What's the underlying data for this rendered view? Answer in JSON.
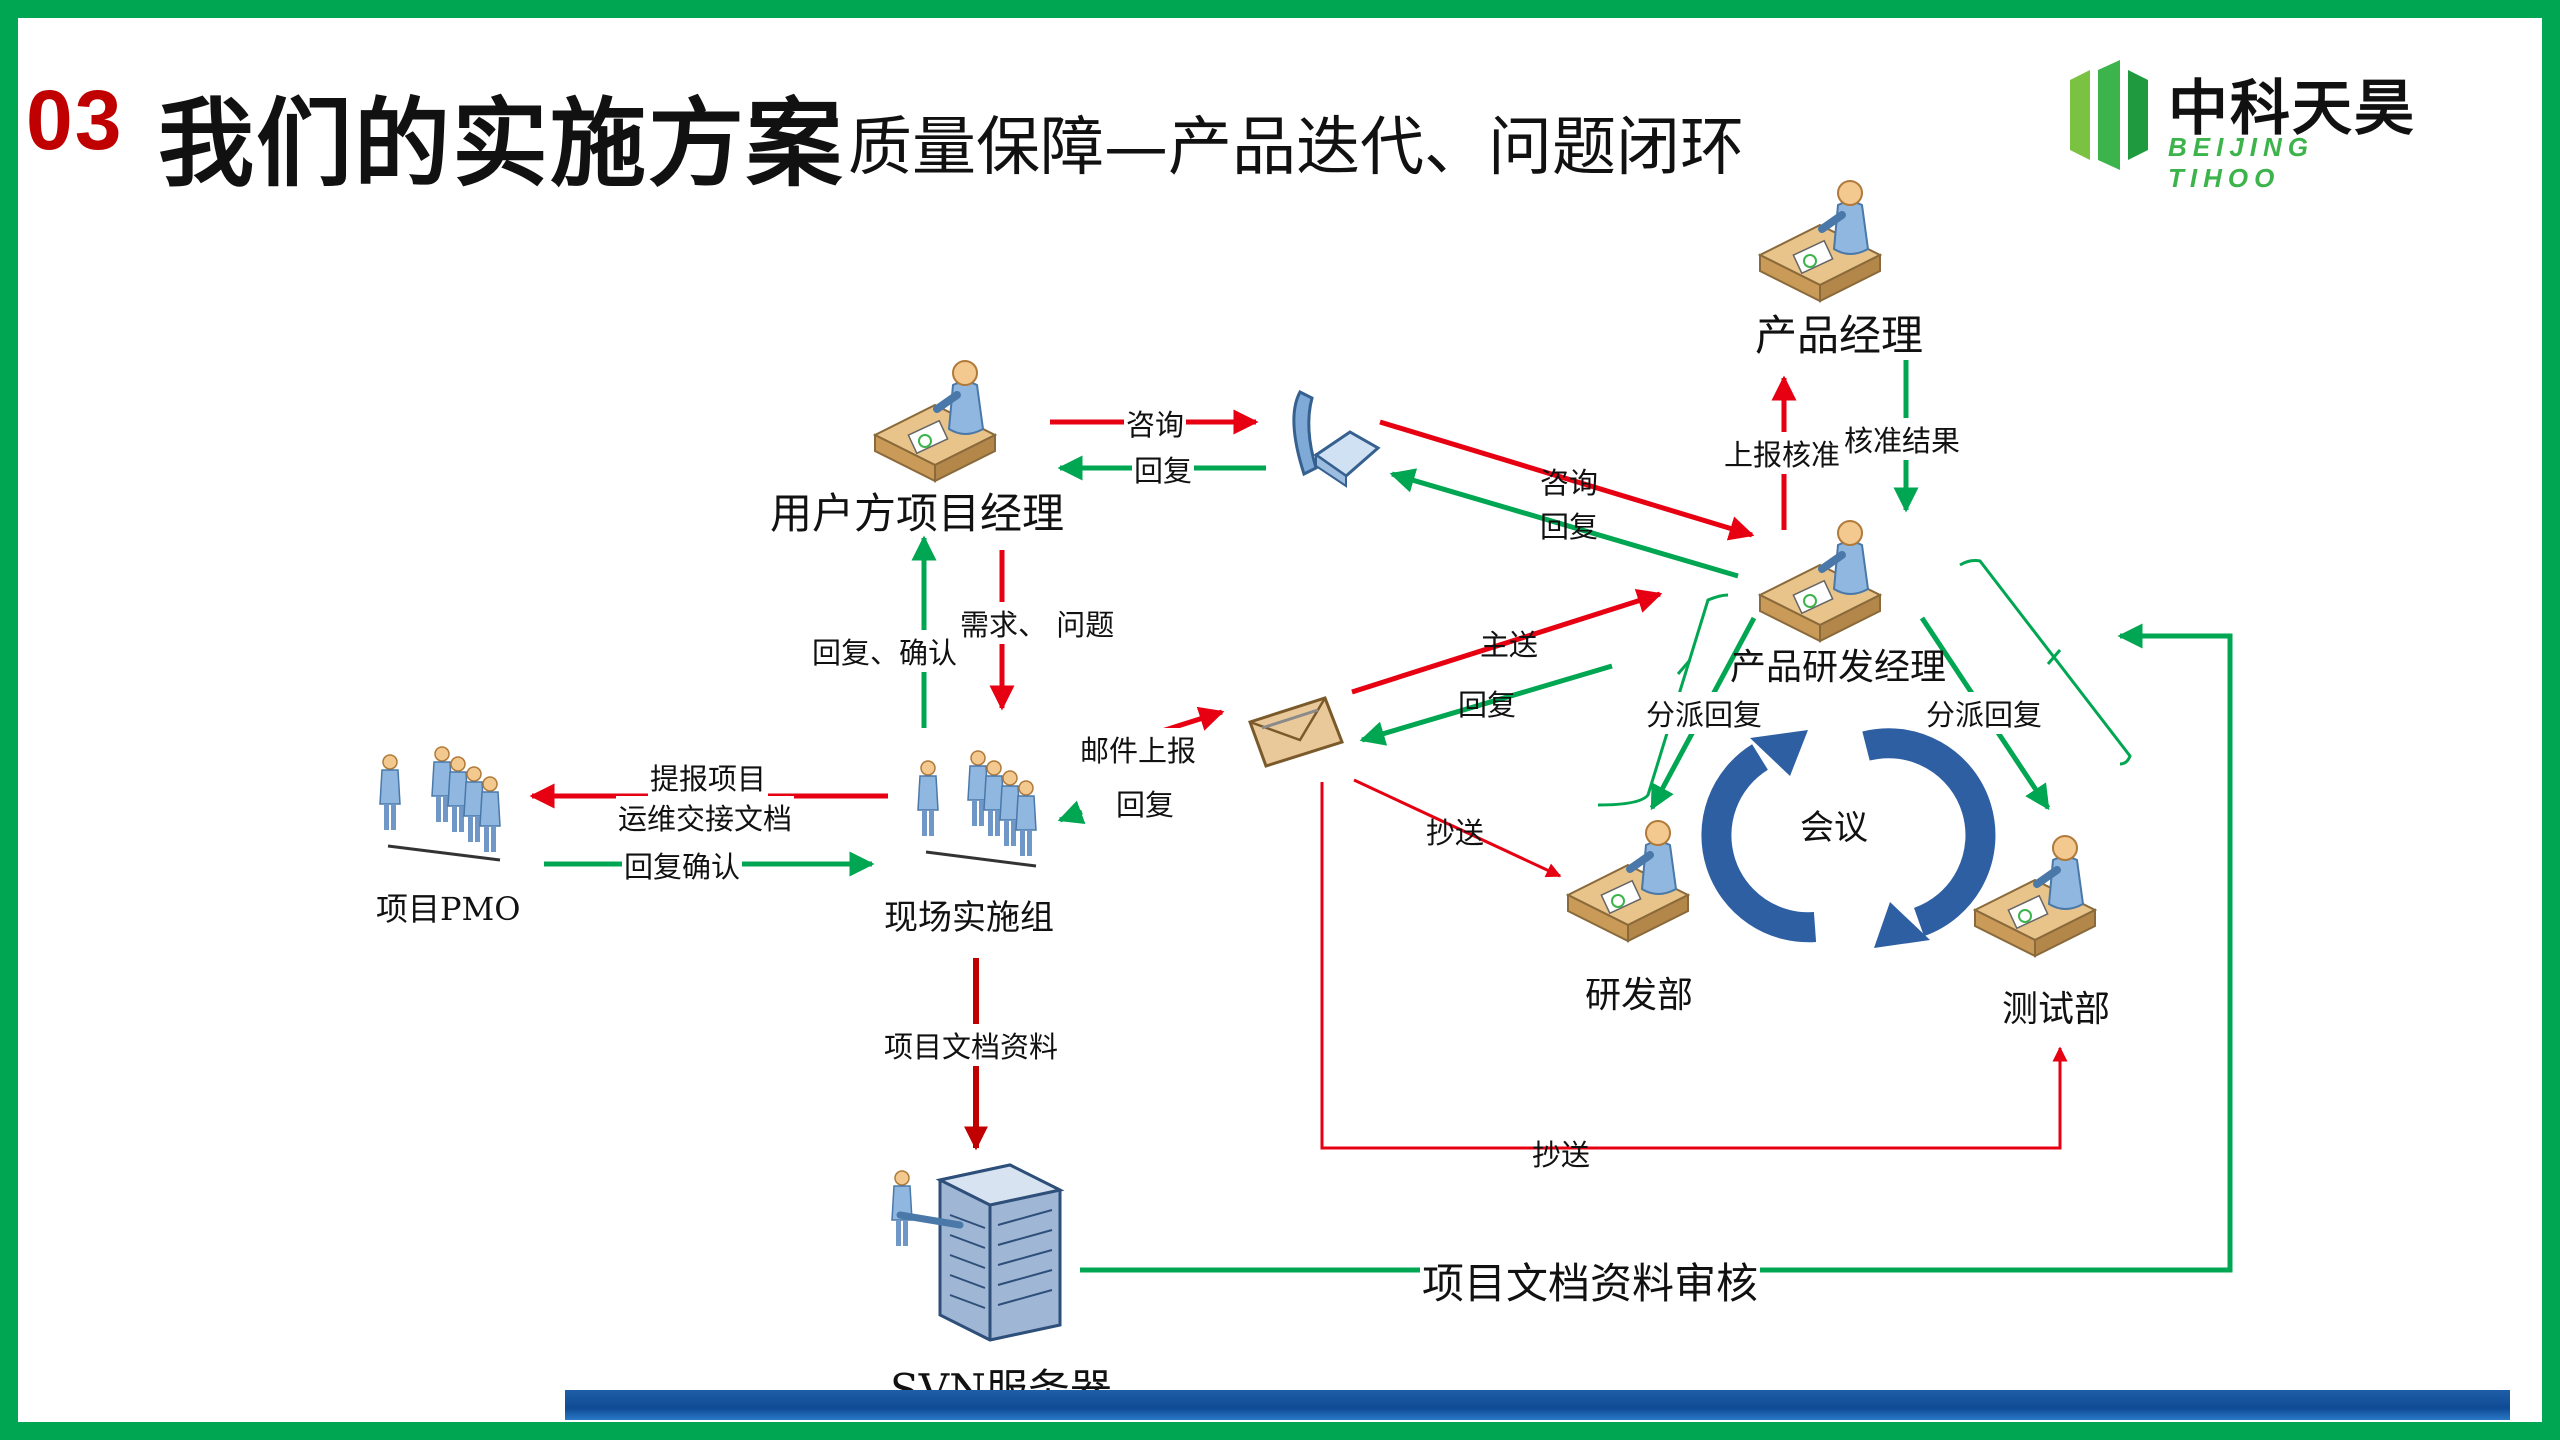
{
  "header": {
    "number": "03",
    "title": "我们的实施方案",
    "subtitle": "质量保障—产品迭代、问题闭环"
  },
  "logo": {
    "name_cn": "中科天昊",
    "name_en": "BEIJING TIHOO",
    "icon": "logo-bars-icon"
  },
  "nodes": {
    "product_manager": "产品经理",
    "client_pm": "用户方项目经理",
    "dev_manager": "产品研发经理",
    "pmo": "项目PMO",
    "onsite_team": "现场实施组",
    "rnd_dept": "研发部",
    "test_dept": "测试部",
    "svn_server": "SVN服务器",
    "meeting": "会议"
  },
  "edges": {
    "consult_1": "咨询",
    "reply_1": "回复",
    "consult_2": "咨询",
    "reply_2": "回复",
    "report_approve": "上报核准",
    "approve_result": "核准结果",
    "reply_confirm": "回复、确认",
    "needs_issues": "需求、 问题",
    "submit_project": "提报项目",
    "ops_handover": "运维交接文档",
    "reply_confirm_2": "回复确认",
    "main_send": "主送",
    "reply_3": "回复",
    "email_report": "邮件上报",
    "reply_4": "回复",
    "assign_reply_1": "分派回复",
    "assign_reply_2": "分派回复",
    "cc_1": "抄送",
    "cc_2": "抄送",
    "project_docs": "项目文档资料",
    "doc_review": "项目文档资料审核"
  },
  "colors": {
    "frame": "#00a651",
    "arrow_red": "#e60012",
    "arrow_green": "#00a651",
    "arrow_dark_red": "#c00000",
    "cycle_blue": "#2e5fa3",
    "title_number": "#c00000"
  },
  "icons": [
    "desk-person-icon",
    "telephone-icon",
    "group-people-icon",
    "envelope-icon",
    "server-rack-icon",
    "cycle-arrows-icon"
  ]
}
